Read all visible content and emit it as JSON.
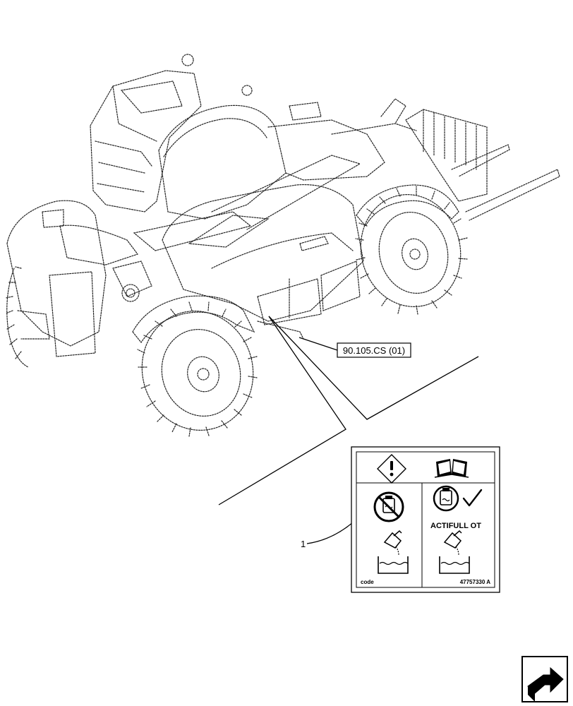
{
  "callouts": {
    "reference": "90.105.CS (01)",
    "item_number": "1"
  },
  "decal": {
    "product_name": "ACTIFULL OT",
    "code_label": "code",
    "part_code": "47757330 A",
    "top_left_icon": "warning-diamond-icon",
    "top_right_icon": "open-manual-icon",
    "left_column_icons": [
      "fluid-reservoir-no-icon",
      "fill-container-icon"
    ],
    "right_column_icons": [
      "fluid-reservoir-icon",
      "check-mark-icon",
      "fill-container-icon"
    ]
  },
  "navigation": {
    "icon": "next-page-arrow-icon"
  }
}
